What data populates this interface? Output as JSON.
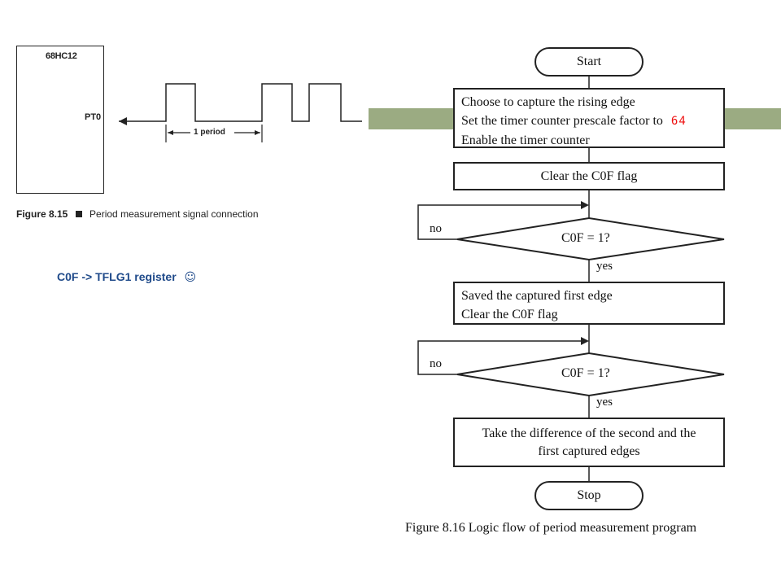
{
  "colors": {
    "band": "#9bab82",
    "note_text": "#1f4a8a",
    "highlight": "#e11111"
  },
  "left_figure": {
    "chip_label": "68HC12",
    "pin_label": "PT0",
    "period_label": "1 period",
    "caption_number": "Figure 8.15",
    "caption_text": "Period measurement signal connection"
  },
  "note": {
    "text": "C0F -> TFLG1 register",
    "smiley": "☺"
  },
  "flowchart": {
    "start": "Start",
    "setup_lines": [
      "Choose to capture the rising edge",
      "Set the timer counter prescale factor to",
      "Enable the timer counter"
    ],
    "prescale_value": "64",
    "clear_flag": "Clear the C0F flag",
    "decision1": "C0F = 1?",
    "decision1_no": "no",
    "decision1_yes": "yes",
    "save_lines": [
      "Saved the captured first edge",
      "Clear the C0F flag"
    ],
    "decision2": "C0F = 1?",
    "decision2_no": "no",
    "decision2_yes": "yes",
    "difference_lines": [
      "Take the difference of the second and the",
      "first captured edges"
    ],
    "stop": "Stop",
    "caption": "Figure 8.16 Logic flow of period measurement program"
  }
}
